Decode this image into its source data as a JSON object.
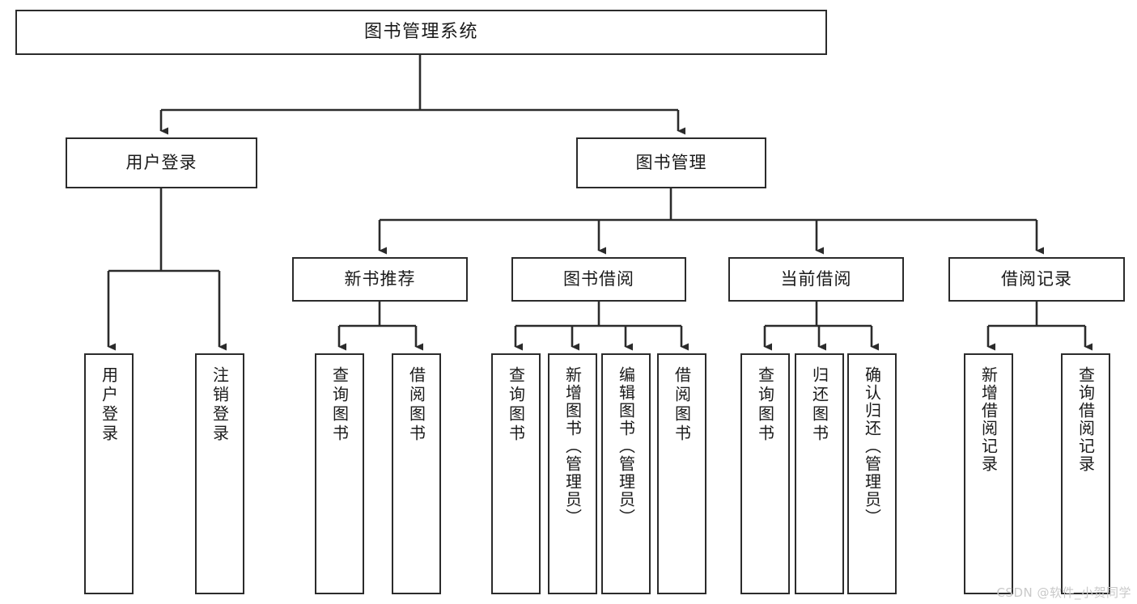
{
  "diagram": {
    "title": "图书管理系统",
    "watermark": "CSDN @软件_小贺同学",
    "line_color": "#2b2b2b",
    "box_fill": "#ffffff",
    "text_color": "#1a1a1a",
    "watermark_color": "#c9c9c9"
  },
  "nodes": {
    "root": {
      "label": "图书管理系统"
    },
    "level2": [
      {
        "label": "用户登录"
      },
      {
        "label": "图书管理"
      }
    ],
    "level3": [
      {
        "label": "新书推荐"
      },
      {
        "label": "图书借阅"
      },
      {
        "label": "当前借阅"
      },
      {
        "label": "借阅记录"
      }
    ],
    "leaves": {
      "user_login": [
        {
          "label": "用户登录"
        },
        {
          "label": "注销登录"
        }
      ],
      "new_book_recommend": [
        {
          "label": "查询图书"
        },
        {
          "label": "借阅图书"
        }
      ],
      "book_borrow": [
        {
          "label": "查询图书"
        },
        {
          "label": "新增图书（管理员）"
        },
        {
          "label": "编辑图书（管理员）"
        },
        {
          "label": "借阅图书"
        }
      ],
      "current_borrow": [
        {
          "label": "查询图书"
        },
        {
          "label": "归还图书"
        },
        {
          "label": "确认归还（管理员）"
        }
      ],
      "borrow_record": [
        {
          "label": "新增借阅记录"
        },
        {
          "label": "查询借阅记录"
        }
      ]
    }
  },
  "chart_data": {
    "type": "tree",
    "title": "图书管理系统",
    "orientation": "top-down",
    "tree": {
      "name": "图书管理系统",
      "children": [
        {
          "name": "用户登录",
          "children": [
            {
              "name": "用户登录"
            },
            {
              "name": "注销登录"
            }
          ]
        },
        {
          "name": "图书管理",
          "children": [
            {
              "name": "新书推荐",
              "children": [
                {
                  "name": "查询图书"
                },
                {
                  "name": "借阅图书"
                }
              ]
            },
            {
              "name": "图书借阅",
              "children": [
                {
                  "name": "查询图书"
                },
                {
                  "name": "新增图书（管理员）"
                },
                {
                  "name": "编辑图书（管理员）"
                },
                {
                  "name": "借阅图书"
                }
              ]
            },
            {
              "name": "当前借阅",
              "children": [
                {
                  "name": "查询图书"
                },
                {
                  "name": "归还图书"
                },
                {
                  "name": "确认归还（管理员）"
                }
              ]
            },
            {
              "name": "借阅记录",
              "children": [
                {
                  "name": "新增借阅记录"
                },
                {
                  "name": "查询借阅记录"
                }
              ]
            }
          ]
        }
      ]
    }
  }
}
